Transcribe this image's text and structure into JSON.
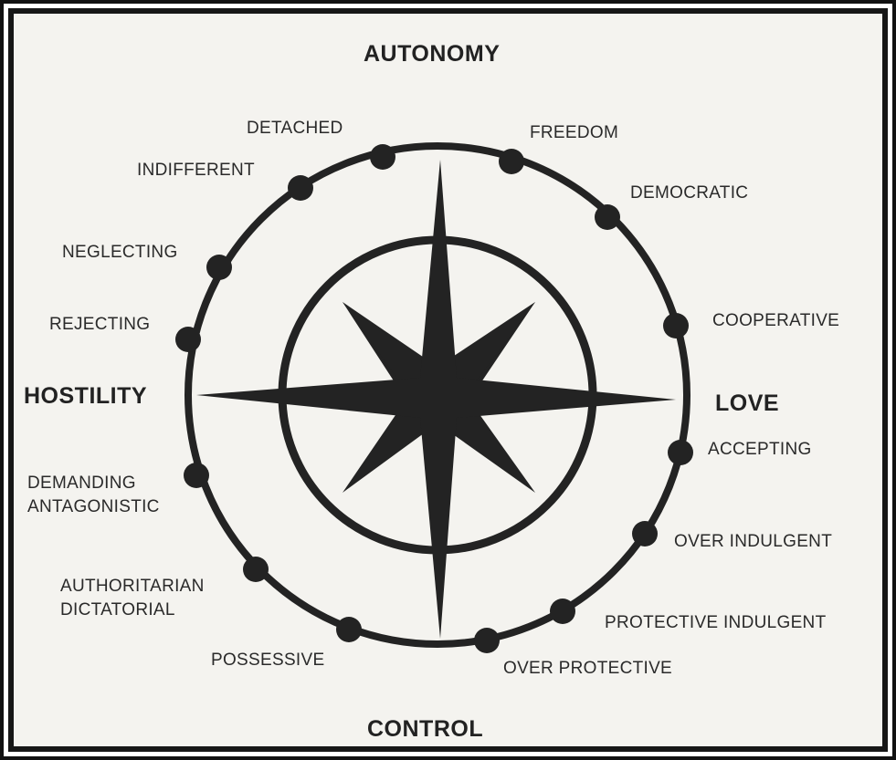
{
  "axes": {
    "top": "AUTONOMY",
    "bottom": "CONTROL",
    "left": "HOSTILITY",
    "right": "LOVE"
  },
  "labels": {
    "detached": "DETACHED",
    "freedom": "FREEDOM",
    "indifferent": "INDIFFERENT",
    "democratic": "DEMOCRATIC",
    "neglecting": "NEGLECTING",
    "cooperative": "COOPERATIVE",
    "rejecting": "REJECTING",
    "accepting": "ACCEPTING",
    "demanding_antagonistic": [
      "DEMANDING",
      "ANTAGONISTIC"
    ],
    "over_indulgent": "OVER INDULGENT",
    "authoritarian_dictatorial": [
      "AUTHORITARIAN",
      "DICTATORIAL"
    ],
    "protective_indulgent": "PROTECTIVE INDULGENT",
    "possessive": "POSSESSIVE",
    "over_protective": "OVER PROTECTIVE"
  },
  "colors": {
    "ink": "#222222",
    "paper": "#f4f3ef",
    "frame": "#161616"
  }
}
